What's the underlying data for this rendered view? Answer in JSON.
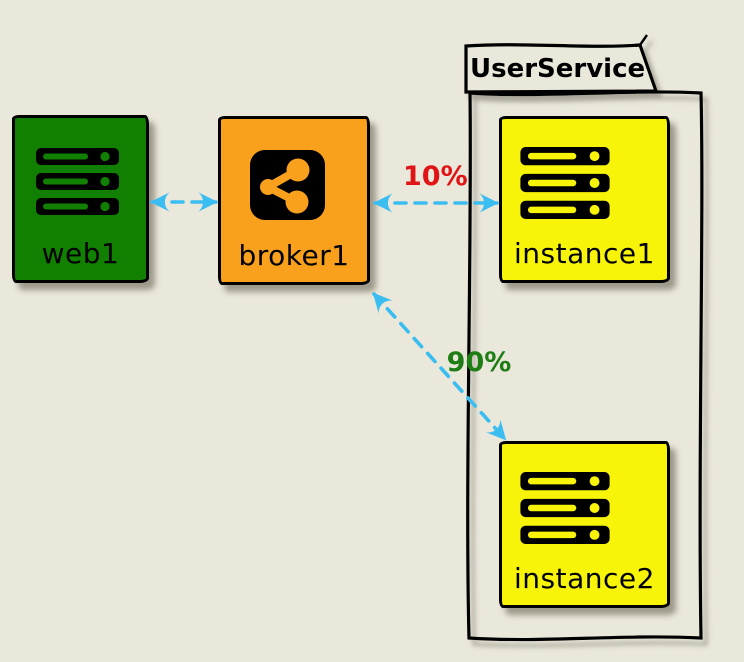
{
  "diagram": {
    "title": "",
    "background_color": "#eae7db",
    "edge_color": "#3abdf0",
    "group": {
      "label": "UserService",
      "border_color": "#000000",
      "members": [
        "instance1",
        "instance2"
      ]
    },
    "nodes": [
      {
        "id": "web1",
        "label": "web1",
        "fill": "#117f00",
        "icon": "server-stack-icon"
      },
      {
        "id": "broker1",
        "label": "broker1",
        "fill": "#f9a11d",
        "icon": "share-nodes-icon"
      },
      {
        "id": "instance1",
        "label": "instance1",
        "fill": "#f7f409",
        "icon": "server-stack-icon"
      },
      {
        "id": "instance2",
        "label": "instance2",
        "fill": "#f7f409",
        "icon": "server-stack-icon"
      }
    ],
    "edges": [
      {
        "from": "web1",
        "to": "broker1",
        "style": "dashed",
        "bidirectional": true,
        "color": "#3abdf0",
        "label": ""
      },
      {
        "from": "broker1",
        "to": "instance1",
        "style": "dashed",
        "bidirectional": true,
        "color": "#3abdf0",
        "label": "10%",
        "label_color": "#e01414"
      },
      {
        "from": "broker1",
        "to": "instance2",
        "style": "dashed",
        "bidirectional": true,
        "color": "#3abdf0",
        "label": "90%",
        "label_color": "#1e7d14"
      }
    ]
  }
}
